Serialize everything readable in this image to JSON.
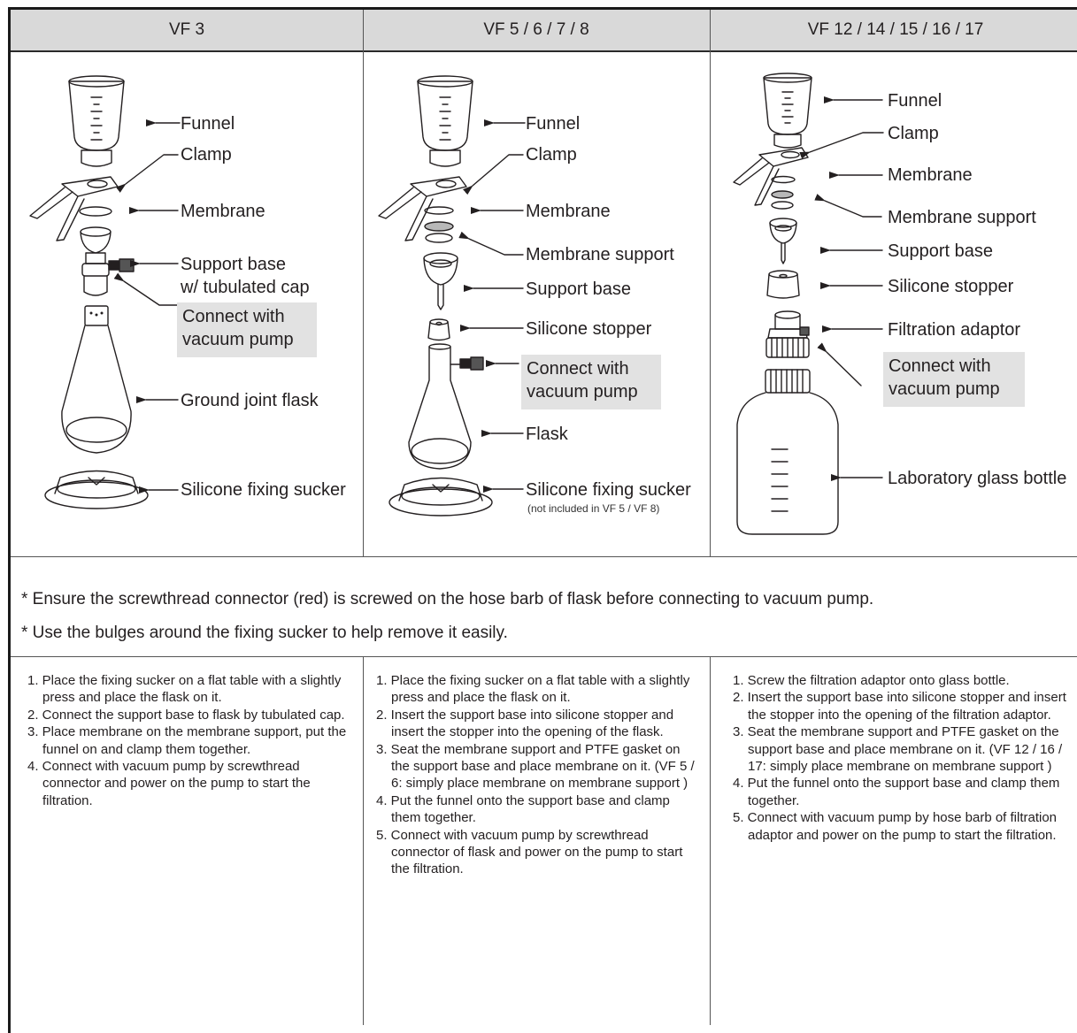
{
  "columns": [
    {
      "title": "VF 3"
    },
    {
      "title": "VF 5 / 6 / 7 / 8"
    },
    {
      "title": "VF 12 / 14 / 15 / 16 / 17"
    }
  ],
  "col1_labels": {
    "funnel": "Funnel",
    "clamp": "Clamp",
    "membrane": "Membrane",
    "support_base_1": "Support base",
    "support_base_2": "w/ tubulated cap",
    "connect_1": "Connect with",
    "connect_2": "vacuum pump",
    "flask": "Ground joint flask",
    "sucker": "Silicone fixing sucker"
  },
  "col2_labels": {
    "funnel": "Funnel",
    "clamp": "Clamp",
    "membrane": "Membrane",
    "membrane_support": "Membrane support",
    "support_base": "Support base",
    "stopper": "Silicone stopper",
    "connect_1": "Connect with",
    "connect_2": "vacuum pump",
    "flask": "Flask",
    "sucker": "Silicone fixing sucker",
    "sucker_note": "(not included in VF 5 / VF 8)"
  },
  "col3_labels": {
    "funnel": "Funnel",
    "clamp": "Clamp",
    "membrane": "Membrane",
    "membrane_support": "Membrane support",
    "support_base": "Support base",
    "stopper": "Silicone stopper",
    "adaptor": "Filtration adaptor",
    "connect_1": "Connect with",
    "connect_2": "vacuum pump",
    "bottle": "Laboratory glass bottle"
  },
  "notes": [
    "* Ensure the screwthread connector (red) is screwed on the hose barb of flask before connecting to vacuum pump.",
    "* Use the bulges around the fixing sucker to help remove it easily."
  ],
  "steps": [
    [
      "1. Place the fixing sucker on a flat table with a slightly press and place the flask on it.",
      "2. Connect the support base to flask by tubulated cap.",
      "3. Place membrane on the membrane support, put the funnel on and clamp them together.",
      "4. Connect with vacuum pump by screwthread connector and power on the pump to start the filtration."
    ],
    [
      "1. Place the fixing sucker on a flat table with a slightly press and place the flask on it.",
      "2. Insert the support base into silicone stopper and insert the stopper into the opening of the flask.",
      "3. Seat the membrane support and PTFE gasket on the support base and place membrane on it. (VF 5 / 6: simply place membrane on membrane support )",
      "4. Put the funnel onto the support base and clamp them together.",
      "5. Connect with vacuum pump by screwthread connector of flask and power on the pump to start the filtration."
    ],
    [
      "1. Screw the filtration adaptor onto glass bottle.",
      "2. Insert the support base into silicone stopper and insert the stopper into the opening of the filtration adaptor.",
      "3. Seat the membrane support and PTFE gasket on the support base and place membrane on it. (VF 12 / 16 / 17: simply place membrane on membrane support )",
      "4. Put the funnel onto the support base and clamp them together.",
      "5. Connect with vacuum pump by hose barb of filtration adaptor and power on the pump to start the filtration."
    ]
  ]
}
